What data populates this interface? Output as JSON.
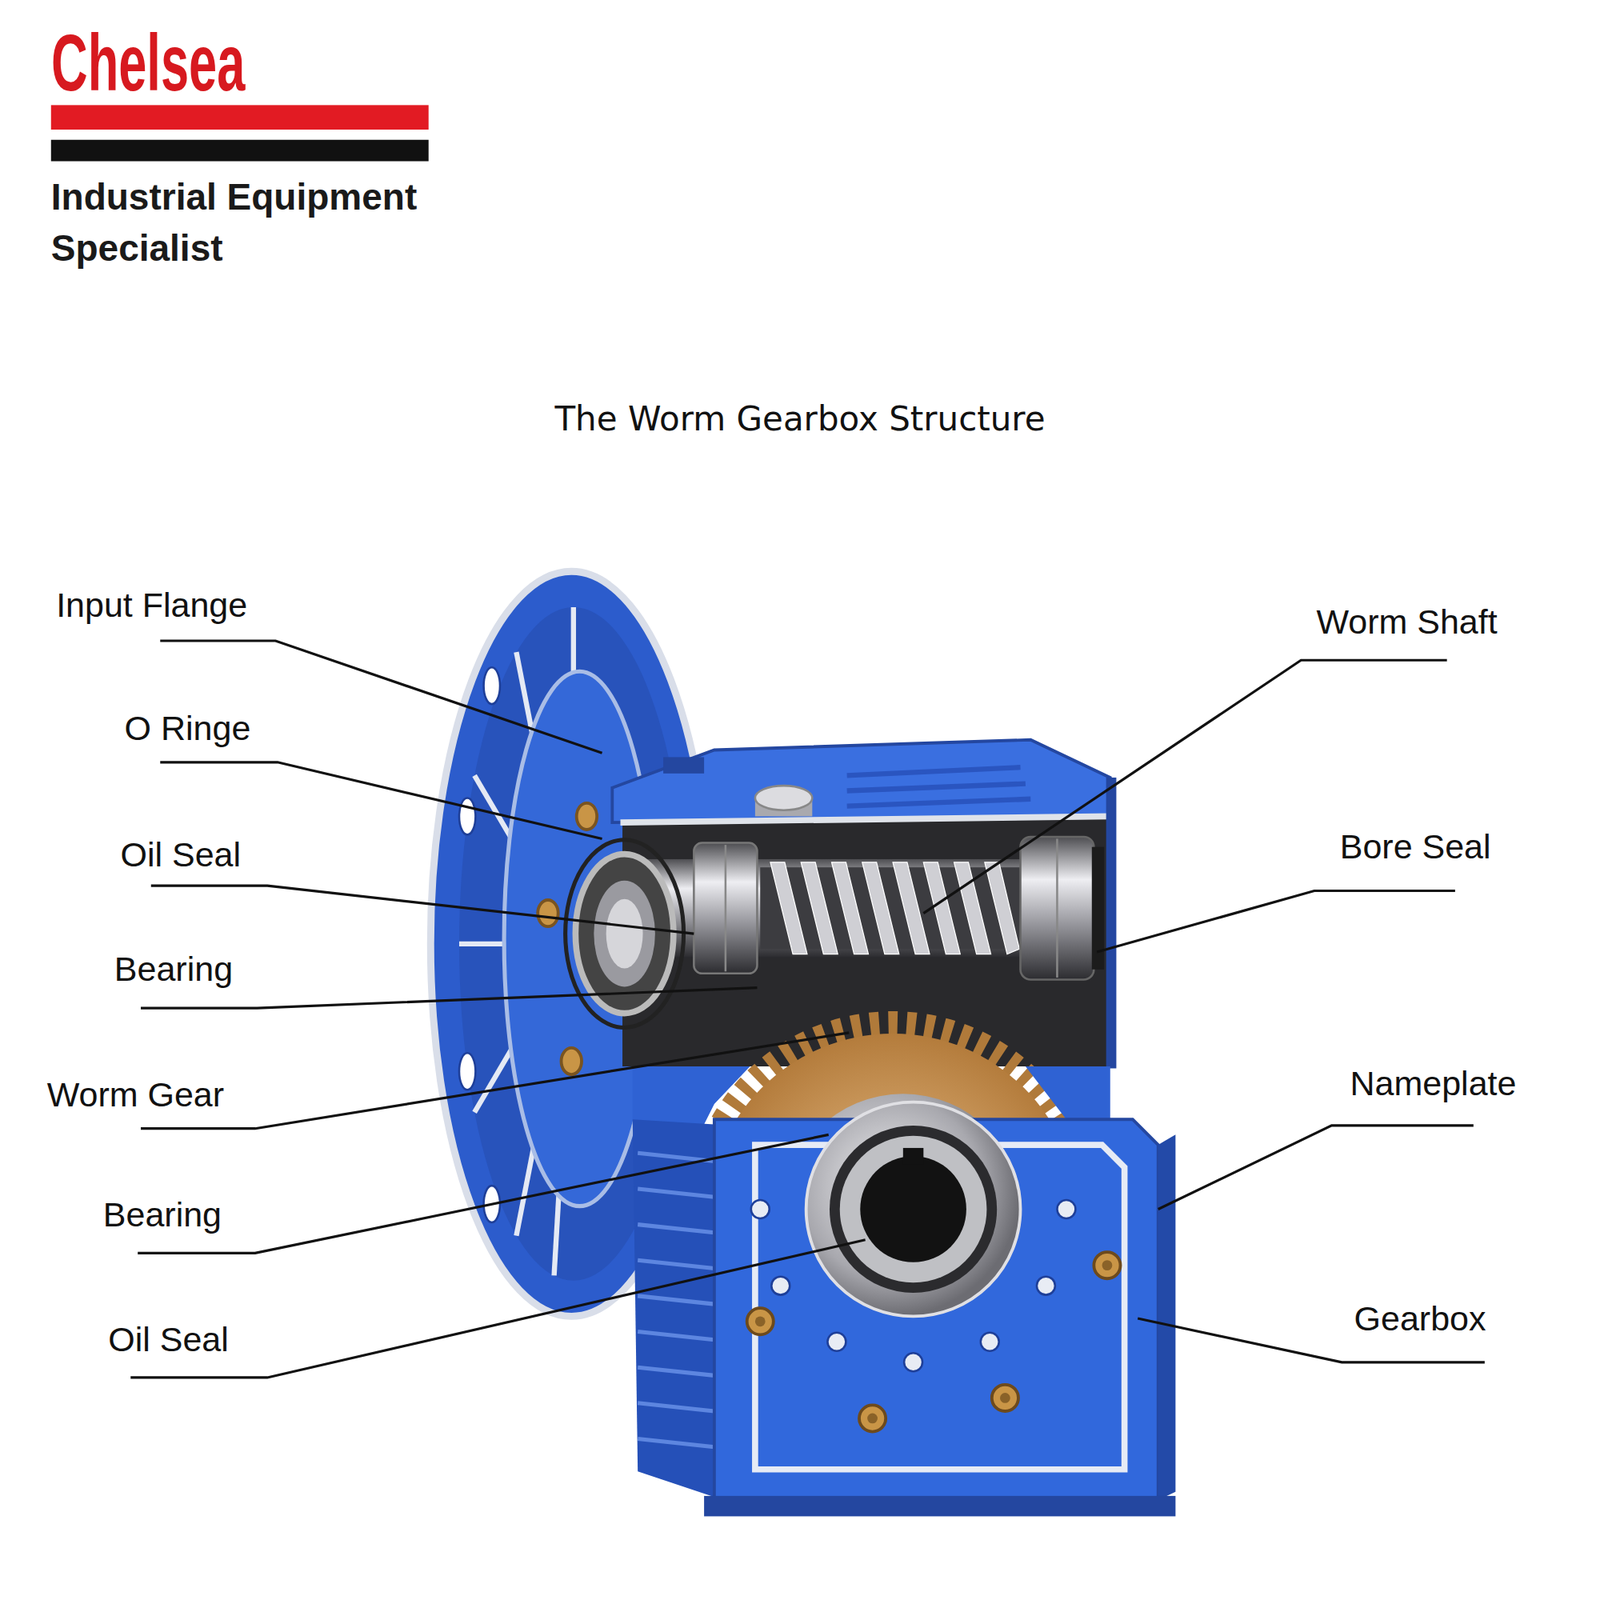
{
  "diagram": {
    "title": "The Worm Gearbox Structure",
    "labels": [
      "Chelsea",
      "Industrial Equipment Specialist",
      "Input Flange",
      "O Ringe",
      "Oil Seal",
      "Bearing",
      "Worm Gear",
      "Bearing",
      "Oil Seal",
      "Worm Shaft",
      "Bore Seal",
      "Nameplate",
      "Gearbox"
    ]
  }
}
